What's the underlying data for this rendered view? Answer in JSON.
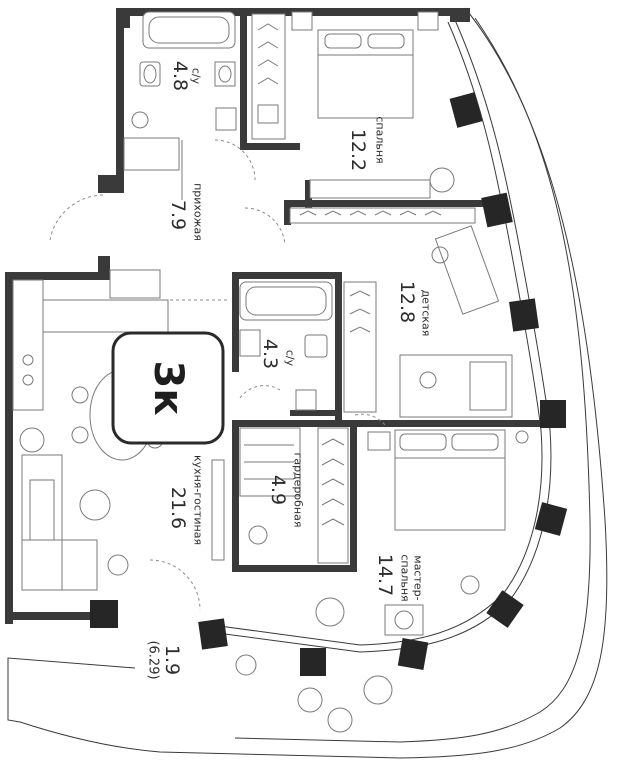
{
  "badge": {
    "label": "3к"
  },
  "rooms": {
    "bathroom_top": {
      "name": "с/у",
      "area": "4.8"
    },
    "bedroom": {
      "name": "спальня",
      "area": "12.2"
    },
    "hallway": {
      "name": "прихожая",
      "area": "7.9"
    },
    "kids_room": {
      "name": "детская",
      "area": "12.8"
    },
    "bathroom_mid": {
      "name": "с/у",
      "area": "4.3"
    },
    "kitchen_living": {
      "name": "кухня-гостиная",
      "area": "21.6"
    },
    "wardrobe": {
      "name": "гардеробная",
      "area": "4.9"
    },
    "master_bedroom": {
      "name_line1": "мастер-",
      "name_line2": "спальня",
      "area": "14.7"
    },
    "balcony": {
      "area": "1.9",
      "area_reduced": "(6.29)"
    }
  }
}
